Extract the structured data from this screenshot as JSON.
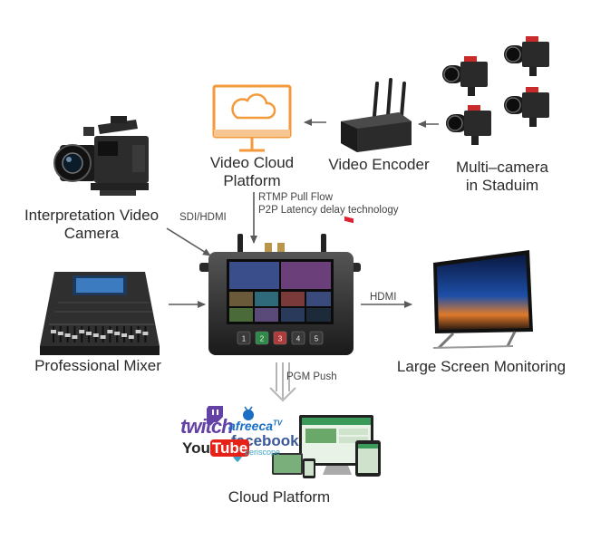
{
  "nodes": {
    "cloud_platform_top": {
      "line1": "Video Cloud",
      "line2": "Platform"
    },
    "encoder": {
      "label": "Video Encoder"
    },
    "multicam": {
      "line1": "Multi–camera",
      "line2": "in Staduim"
    },
    "interp_camera": {
      "line1": "Interpretation Video",
      "line2": "Camera"
    },
    "mixer": {
      "label": "Professional Mixer"
    },
    "monitor": {
      "label": "Large Screen Monitoring"
    },
    "cloud_platform_bottom": {
      "label": "Cloud Platform"
    }
  },
  "edges": {
    "rtmp": {
      "line1": "RTMP Pull Flow",
      "line2": "P2P Latency delay technology"
    },
    "sdi": {
      "label": "SDI/HDMI"
    },
    "hdmi": {
      "label": "HDMI"
    },
    "pgm": {
      "label": "PGM Push"
    }
  },
  "device": {
    "buttons": [
      "1",
      "2",
      "3",
      "4",
      "5"
    ]
  },
  "logos": {
    "twitch": "twitch",
    "afreeca": "afreeca",
    "afreeca_tv": "TV",
    "youtube_you": "You",
    "youtube_tube": "Tube",
    "facebook": "facebook",
    "periscope": "periscope"
  },
  "colors": {
    "cloud_icon": "#f29a3c",
    "arrow": "#5a5a5a",
    "pgm_arrow": "#b5b5b5",
    "twitch": "#6441a5",
    "youtube_red": "#e62117",
    "facebook": "#3b5998"
  }
}
